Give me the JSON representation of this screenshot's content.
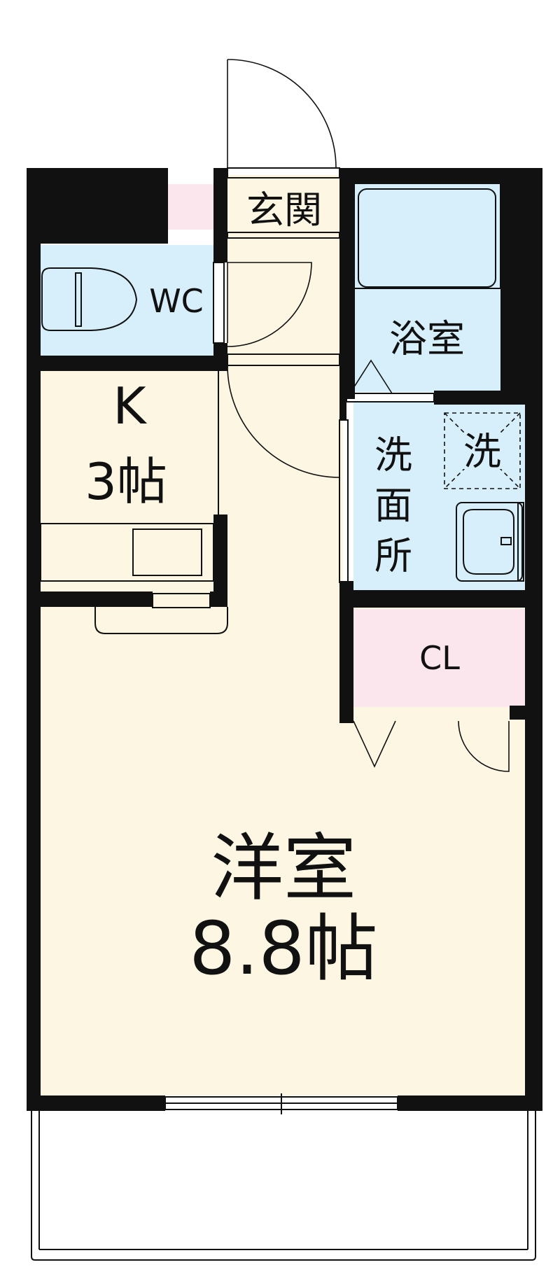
{
  "rooms": {
    "genkan": "玄関",
    "wc": "WC",
    "bath": "浴室",
    "kitchen_name": "K",
    "kitchen_size": "3帖",
    "washroom": "洗面所",
    "washer": "洗",
    "closet": "CL",
    "western_name": "洋室",
    "western_size": "8.8帖"
  },
  "colors": {
    "floor": "#fdf6e3",
    "wet": "#d6effa",
    "closet": "#fbe6ee",
    "wall": "#111111"
  },
  "icons": [
    "toilet-icon",
    "bathtub-icon",
    "sink-icon",
    "washer-space-icon",
    "kitchen-counter-icon"
  ]
}
